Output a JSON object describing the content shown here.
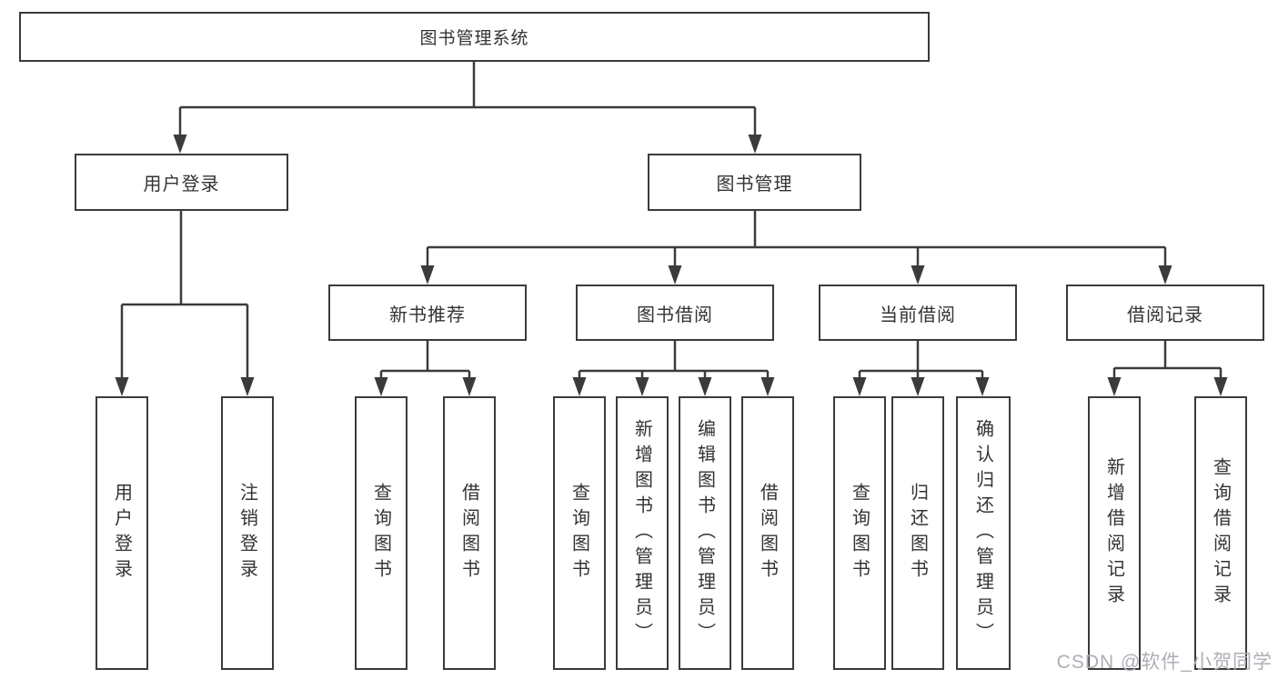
{
  "nodes": {
    "root": "图书管理系统",
    "user_login": "用户登录",
    "book_management": "图书管理",
    "new_book_recommend": "新书推荐",
    "book_borrowing": "图书借阅",
    "current_borrowing": "当前借阅",
    "borrowing_records": "借阅记录",
    "leaf_user_login": "用户登录",
    "leaf_logout": "注销登录",
    "nbr_query_books": "查询图书",
    "nbr_borrow_books": "借阅图书",
    "bb_query_books": "查询图书",
    "bb_add_books": "新增图书（管理员）",
    "bb_edit_books": "编辑图书（管理员）",
    "bb_borrow_books": "借阅图书",
    "cb_query_books": "查询图书",
    "cb_return_books": "归还图书",
    "cb_confirm_return": "确认归还（管理员）",
    "br_add_record": "新增借阅记录",
    "br_query_record": "查询借阅记录"
  },
  "watermark": "CSDN @软件_小贺同学",
  "colors": {
    "line": "#3b3b3b",
    "text": "#333333",
    "watermark": "#aeaeb8",
    "background": "#ffffff"
  }
}
